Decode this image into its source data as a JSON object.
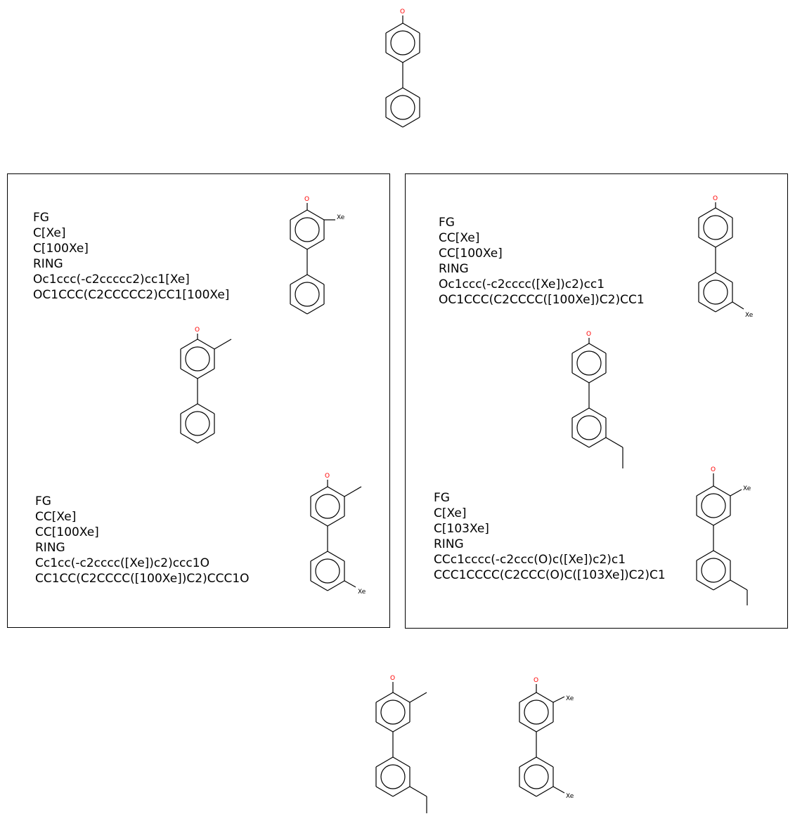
{
  "atoms": {
    "oxygen": "O",
    "xenon": "Xe"
  },
  "panels": [
    {
      "lines_top": [
        "FG",
        "C[Xe]",
        "C[100Xe]",
        "RING",
        "Oc1ccc(-c2ccccc2)cc1[Xe]",
        "OC1CCC(C2CCCCC2)CC1[100Xe]"
      ],
      "lines_bottom": [
        "FG",
        "CC[Xe]",
        "CC[100Xe]",
        "RING",
        "Cc1cc(-c2cccc([Xe])c2)ccc1O",
        "CC1CC(C2CCCC([100Xe])C2)CCC1O"
      ]
    },
    {
      "lines_top": [
        "FG",
        "CC[Xe]",
        "CC[100Xe]",
        "RING",
        "Oc1ccc(-c2cccc([Xe])c2)cc1",
        "OC1CCC(C2CCCC([100Xe])C2)CC1"
      ],
      "lines_bottom": [
        "FG",
        "C[Xe]",
        "C[103Xe]",
        "RING",
        "CCc1cccc(-c2ccc(O)c([Xe])c2)c1",
        "CCC1CCCC(C2CCC(O)C([103Xe])C2)C1"
      ]
    }
  ]
}
